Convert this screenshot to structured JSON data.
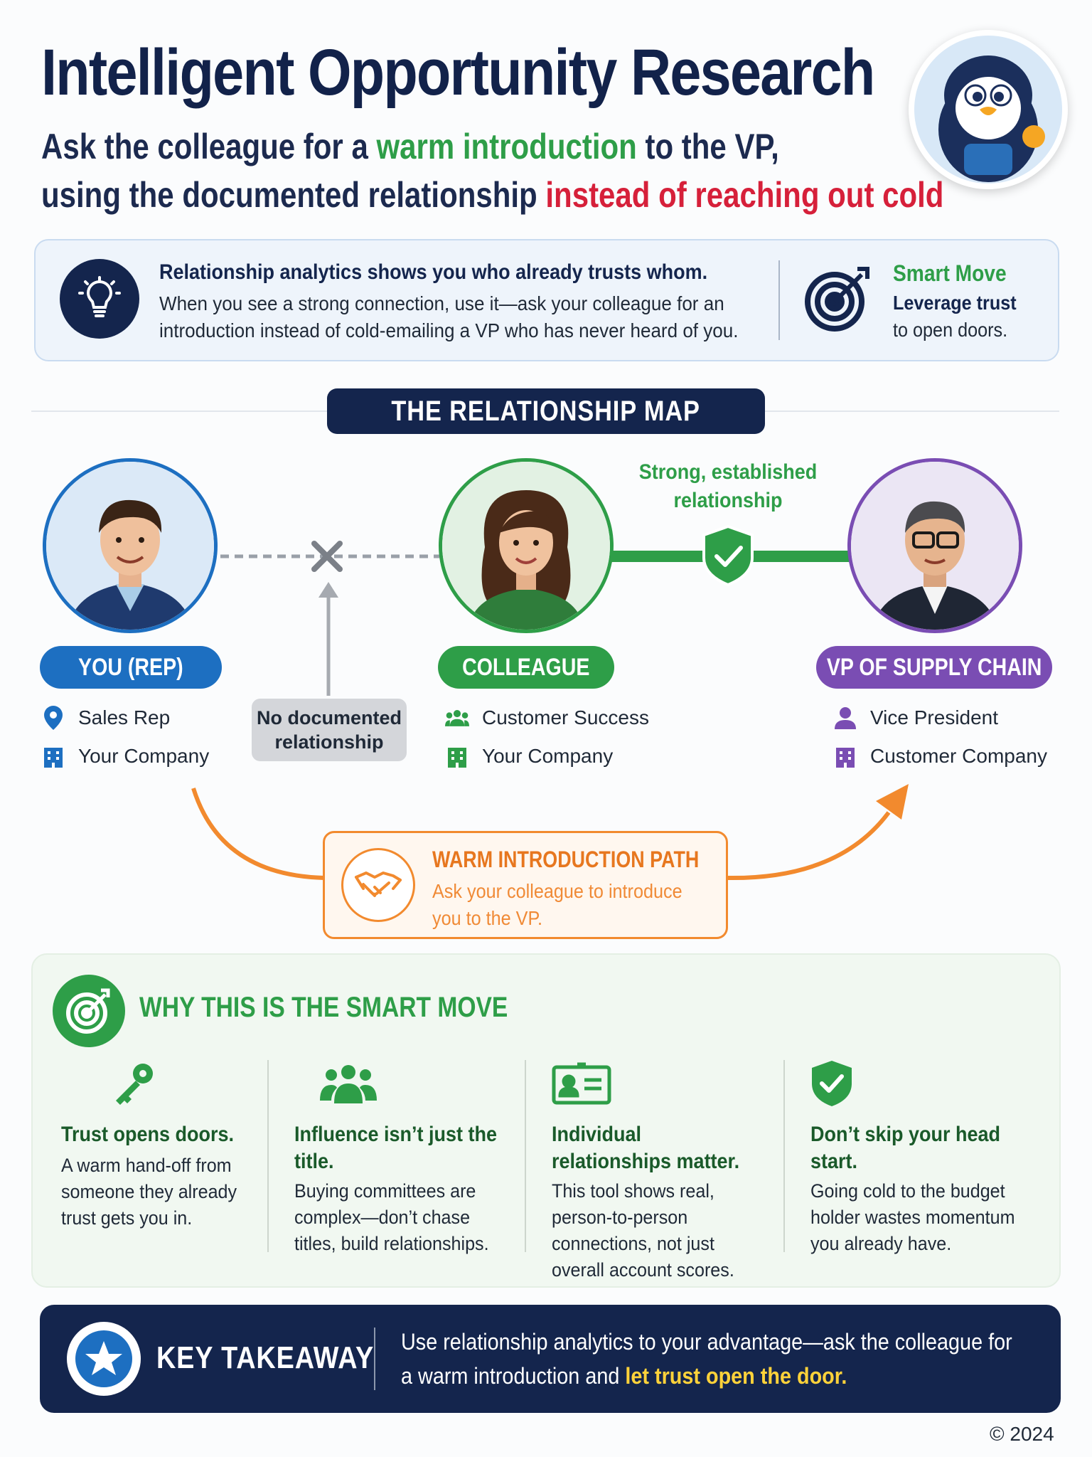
{
  "header": {
    "title": "Intelligent Opportunity Research",
    "subtitle_line1_a": "Ask the colleague for a ",
    "subtitle_line1_b": "warm introduction",
    "subtitle_line1_c": " to the VP,",
    "subtitle_line2_a": "using the documented relationship ",
    "subtitle_line2_b": "instead of reaching out cold"
  },
  "info": {
    "heading": "Relationship analytics shows you who already trusts whom.",
    "body": "When you see a strong connection, use it—ask your colleague for an introduction instead of cold-emailing a VP who has never heard of you.",
    "smart_title": "Smart Move",
    "smart_bold": "Leverage trust",
    "smart_text": "to open doors."
  },
  "map": {
    "title": "THE RELATIONSHIP MAP",
    "strong_label": "Strong, established relationship",
    "no_doc": "No documented relationship",
    "people": [
      {
        "pill": "YOU (REP)",
        "detail1": "Sales Rep",
        "detail2": "Your Company",
        "color": "#1d6fc1"
      },
      {
        "pill": "COLLEAGUE",
        "detail1": "Customer Success",
        "detail2": "Your Company",
        "color": "#2e9e48"
      },
      {
        "pill": "VP OF SUPPLY CHAIN",
        "detail1": "Vice President",
        "detail2": "Customer Company",
        "color": "#7a4db3"
      }
    ],
    "warm": {
      "title": "WARM INTRODUCTION PATH",
      "body": "Ask your colleague to introduce you to the VP."
    }
  },
  "why": {
    "title": "WHY THIS IS THE SMART MOVE",
    "items": [
      {
        "icon": "key-icon",
        "heading": "Trust opens doors.",
        "text": "A warm hand-off from someone they already trust gets you in."
      },
      {
        "icon": "people-icon",
        "heading": "Influence isn’t just the title.",
        "text": "Buying committees are complex—don’t chase titles, build relationships."
      },
      {
        "icon": "id-card-icon",
        "heading": "Individual relationships matter.",
        "text": "This tool shows real, person-to-person connections, not just overall account scores."
      },
      {
        "icon": "shield-check-icon",
        "heading": "Don’t skip your head start.",
        "text": "Going cold to the budget holder wastes momentum you already have."
      }
    ]
  },
  "takeaway": {
    "label": "KEY TAKEAWAY",
    "text_a": "Use relationship analytics to your advantage—ask the colleague for a warm introduction and ",
    "text_b": "let trust open the door."
  },
  "footer": {
    "copyright": "© 2024"
  },
  "colors": {
    "navy": "#14254d",
    "green": "#2e9e48",
    "red": "#d6203a",
    "orange": "#f28a2e",
    "blue": "#1d6fc1",
    "purple": "#7a4db3",
    "yellow": "#ffd23a"
  }
}
